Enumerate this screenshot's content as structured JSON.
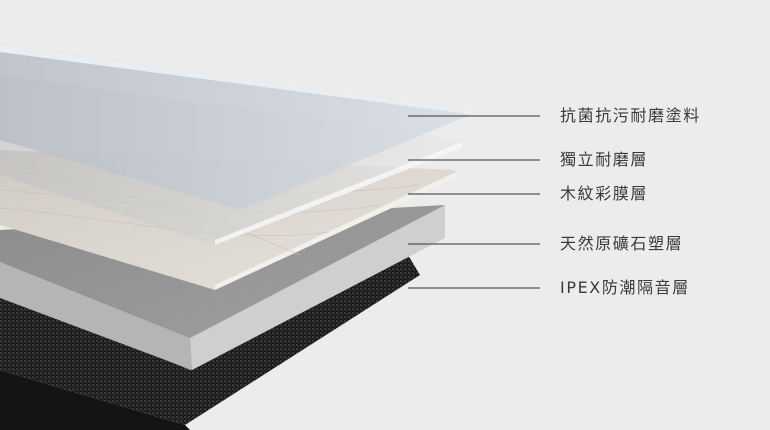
{
  "diagram": {
    "layers": [
      {
        "label": "抗菌抗污耐磨塗料"
      },
      {
        "label": "獨立耐磨層"
      },
      {
        "label": "木紋彩膜層"
      },
      {
        "label": "天然原礦石塑層"
      },
      {
        "label": "IPEX防潮隔音層"
      }
    ]
  }
}
